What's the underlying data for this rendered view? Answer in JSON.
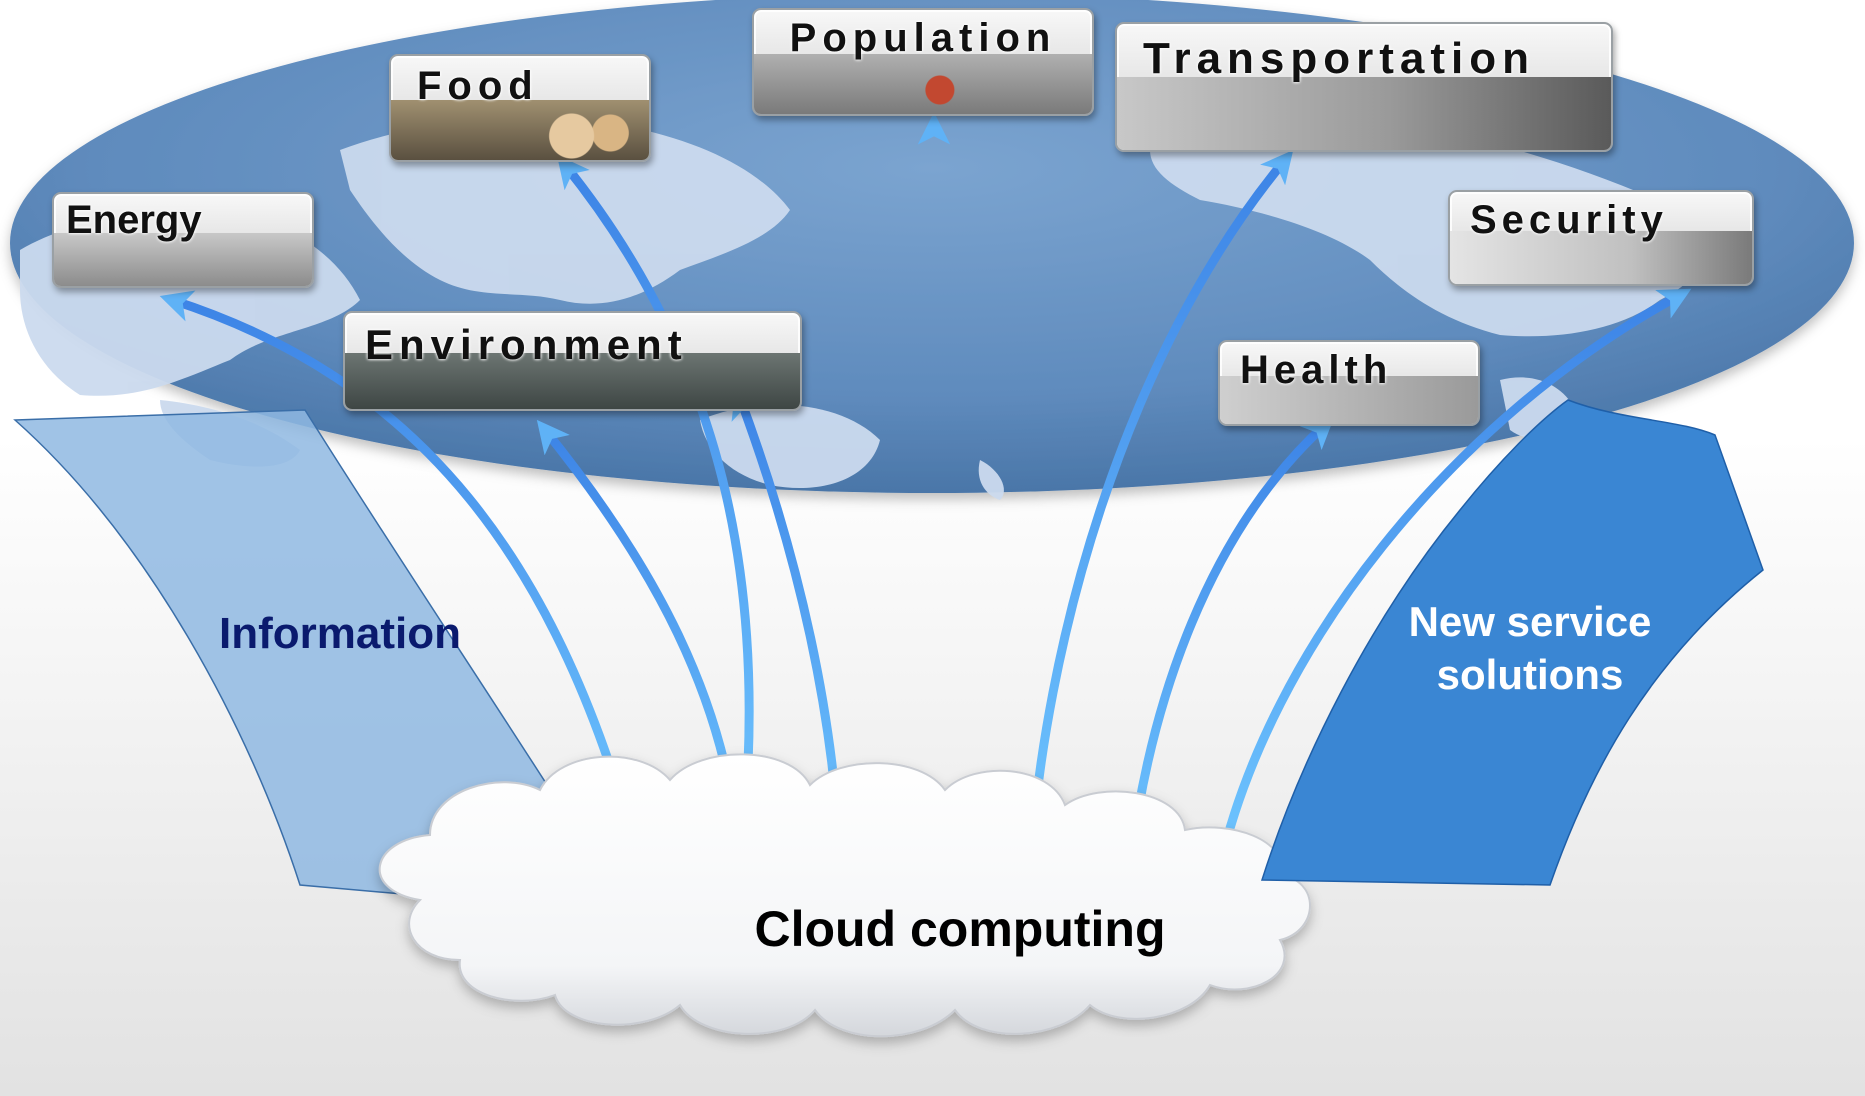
{
  "topics": {
    "energy": "Energy",
    "food": "Food",
    "population": "Population",
    "transportation": "Transportation",
    "security": "Security",
    "environment": "Environment",
    "health": "Health"
  },
  "information_label": "Information",
  "services_label": "New service solutions",
  "cloud_label": "Cloud computing",
  "colors": {
    "globe": "#5f8bbd",
    "land": "#c9d9ec",
    "arrow_light": "#6fc6ff",
    "arrow_dark": "#3d84e6",
    "information_band": "#8fb9e2",
    "services_band": "#3a86d3",
    "information_text": "#0a1a6e",
    "services_text": "#ffffff",
    "cloud_text": "#000000"
  }
}
